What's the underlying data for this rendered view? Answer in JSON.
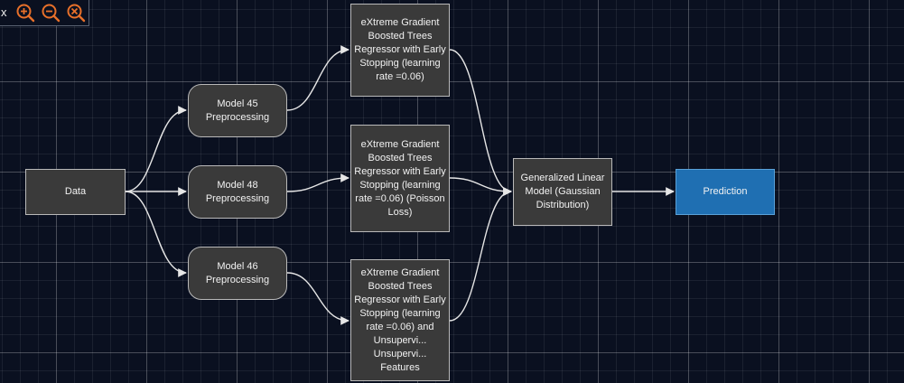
{
  "toolbar": {
    "close_label": "x",
    "icons": [
      "zoom-in-icon",
      "zoom-out-icon",
      "reset-icon"
    ],
    "icon_color": "#e8702a"
  },
  "nodes": {
    "data": "Data",
    "model45": "Model 45\nPreprocessing",
    "model48": "Model 48\nPreprocessing",
    "model46": "Model 46\nPreprocessing",
    "xgb1": "eXtreme Gradient\nBoosted Trees\nRegressor with Early\nStopping (learning\nrate =0.06)",
    "xgb2": "eXtreme Gradient\nBoosted Trees\nRegressor with Early\nStopping (learning\nrate =0.06) (Poisson\nLoss)",
    "xgb3": "eXtreme Gradient\nBoosted Trees\nRegressor with Early\nStopping (learning\nrate =0.06) and\nUnsupervi...\nUnsupervi... Features",
    "glm": "Generalized Linear\nModel (Gaussian\nDistribution)",
    "prediction": "Prediction"
  },
  "colors": {
    "node_fill": "#3a3a3a",
    "node_border": "#b9b9b9",
    "prediction_fill": "#1f6fb2",
    "edge": "#e6e6e6",
    "background": "#0a1020"
  }
}
